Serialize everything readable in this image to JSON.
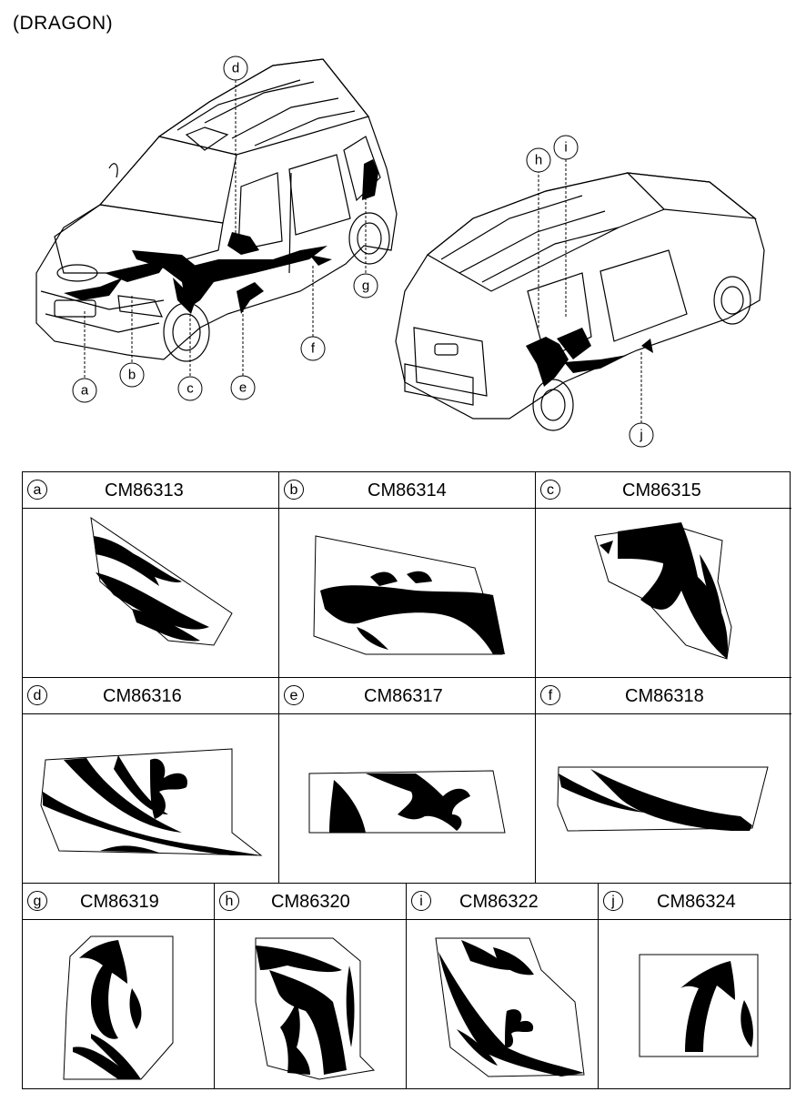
{
  "title": "(DRAGON)",
  "callouts": [
    "a",
    "b",
    "c",
    "d",
    "e",
    "f",
    "g",
    "h",
    "i",
    "j"
  ],
  "parts": [
    {
      "letter": "a",
      "code": "CM86313"
    },
    {
      "letter": "b",
      "code": "CM86314"
    },
    {
      "letter": "c",
      "code": "CM86315"
    },
    {
      "letter": "d",
      "code": "CM86316"
    },
    {
      "letter": "e",
      "code": "CM86317"
    },
    {
      "letter": "f",
      "code": "CM86318"
    },
    {
      "letter": "g",
      "code": "CM86319"
    },
    {
      "letter": "h",
      "code": "CM86320"
    },
    {
      "letter": "i",
      "code": "CM86322"
    },
    {
      "letter": "j",
      "code": "CM86324"
    }
  ]
}
